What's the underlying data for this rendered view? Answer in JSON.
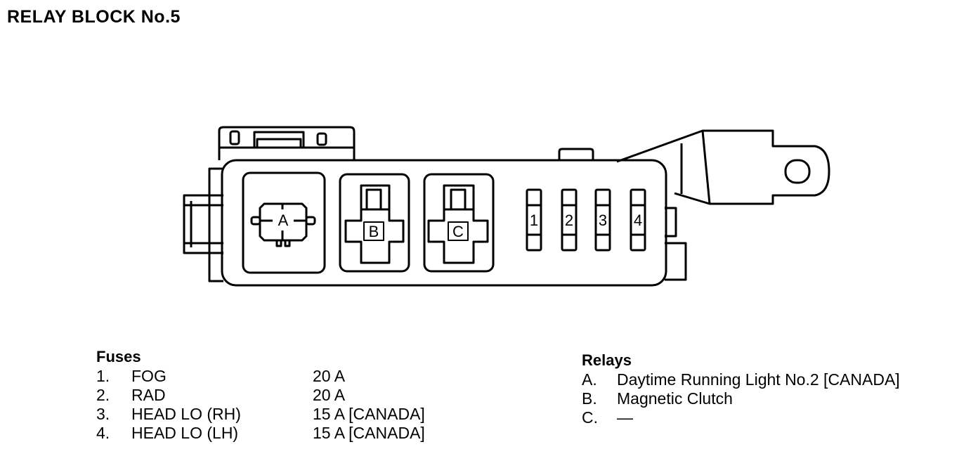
{
  "title": "RELAY BLOCK No.5",
  "diagram_labels": {
    "relay_a": "A",
    "relay_b": "B",
    "relay_c": "C",
    "fuse_1": "1",
    "fuse_2": "2",
    "fuse_3": "3",
    "fuse_4": "4"
  },
  "fuses": {
    "heading": "Fuses",
    "items": [
      {
        "num": "1.",
        "name": "FOG",
        "rating": "20 A"
      },
      {
        "num": "2.",
        "name": "RAD",
        "rating": "20 A"
      },
      {
        "num": "3.",
        "name": "HEAD LO (RH)",
        "rating": "15 A [CANADA]"
      },
      {
        "num": "4.",
        "name": "HEAD LO (LH)",
        "rating": "15 A [CANADA]"
      }
    ]
  },
  "relays": {
    "heading": "Relays",
    "items": [
      {
        "letter": "A.",
        "name": "Daytime Running Light No.2 [CANADA]"
      },
      {
        "letter": "B.",
        "name": "Magnetic Clutch"
      },
      {
        "letter": "C.",
        "name": "—"
      }
    ]
  }
}
